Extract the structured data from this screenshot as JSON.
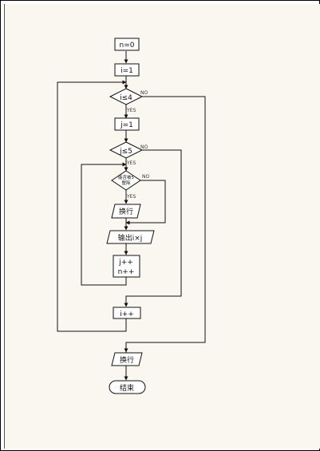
{
  "flowchart": {
    "nodes": {
      "init_n": "n=0",
      "init_i": "i=1",
      "cond_i": "i≤4",
      "init_j": "j=1",
      "cond_j": "j≤5",
      "cond_div": [
        "能否被5",
        "整除"
      ],
      "newline_inner": "换行",
      "print": "输出i×j",
      "inc_jn": [
        "j++",
        "n++"
      ],
      "inc_i": "i++",
      "newline_outer": "换行",
      "end": "结束"
    },
    "labels": {
      "yes": "YES",
      "no": "NO"
    }
  }
}
